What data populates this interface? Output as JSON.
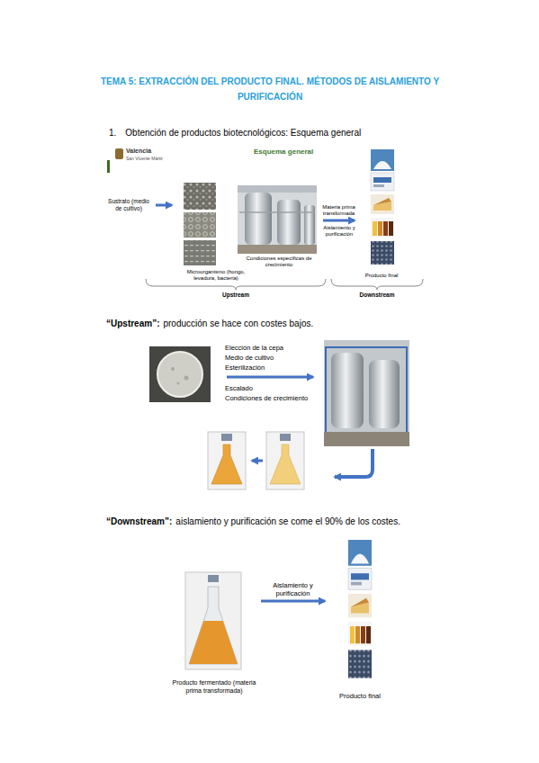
{
  "diagram": {
    "title": "TEMA 5: EXTRACCIÓN DEL PRODUCTO FINAL. MÉTODOS DE AISLAMIENTO Y PURIFICACIÓN",
    "nodes": [
      {
        "text": [
          "Sustrato (medio de cultivo)"
        ]
      },
      {
        "text": [
          "Microorganismo (hongo, levadura, bacteria)"
        ]
      },
      {
        "text": [
          "Condiciones específicas de crecimiento"
        ]
      },
      {
        "text": [
          "Producto final"
        ]
      },
      {
        "text": [
          "Producto fermentado (materia prima transformada)"
        ]
      },
      {
        "text": [
          "Producto final"
        ]
      }
    ],
    "edges": [
      {
        "from": 0,
        "to": 1,
        "arrow": "to"
      },
      {
        "from": 2,
        "to": 3,
        "arrow": "to",
        "label": "Materia prima transformada"
      },
      {
        "from": 4,
        "to": 5,
        "arrow": "to",
        "label": "Aislamiento y purificación"
      }
    ],
    "labels": [
      "1.",
      "Obtención de productos biotecnológicos: Esquema general",
      "Valencia",
      "San Vicente Mártir",
      "Esquema general",
      "Aislamiento y purificación",
      "Upstream",
      "Downstream",
      "“Upstream”:",
      "producción se hace con costes bajos.",
      "Elección de la cepa",
      "Medio de cultivo",
      "Esterilización",
      "Escalado",
      "Condiciones de crecimiento",
      "“Downstream”:",
      "aislamiento y purificación se come el 90% de los costes."
    ]
  }
}
